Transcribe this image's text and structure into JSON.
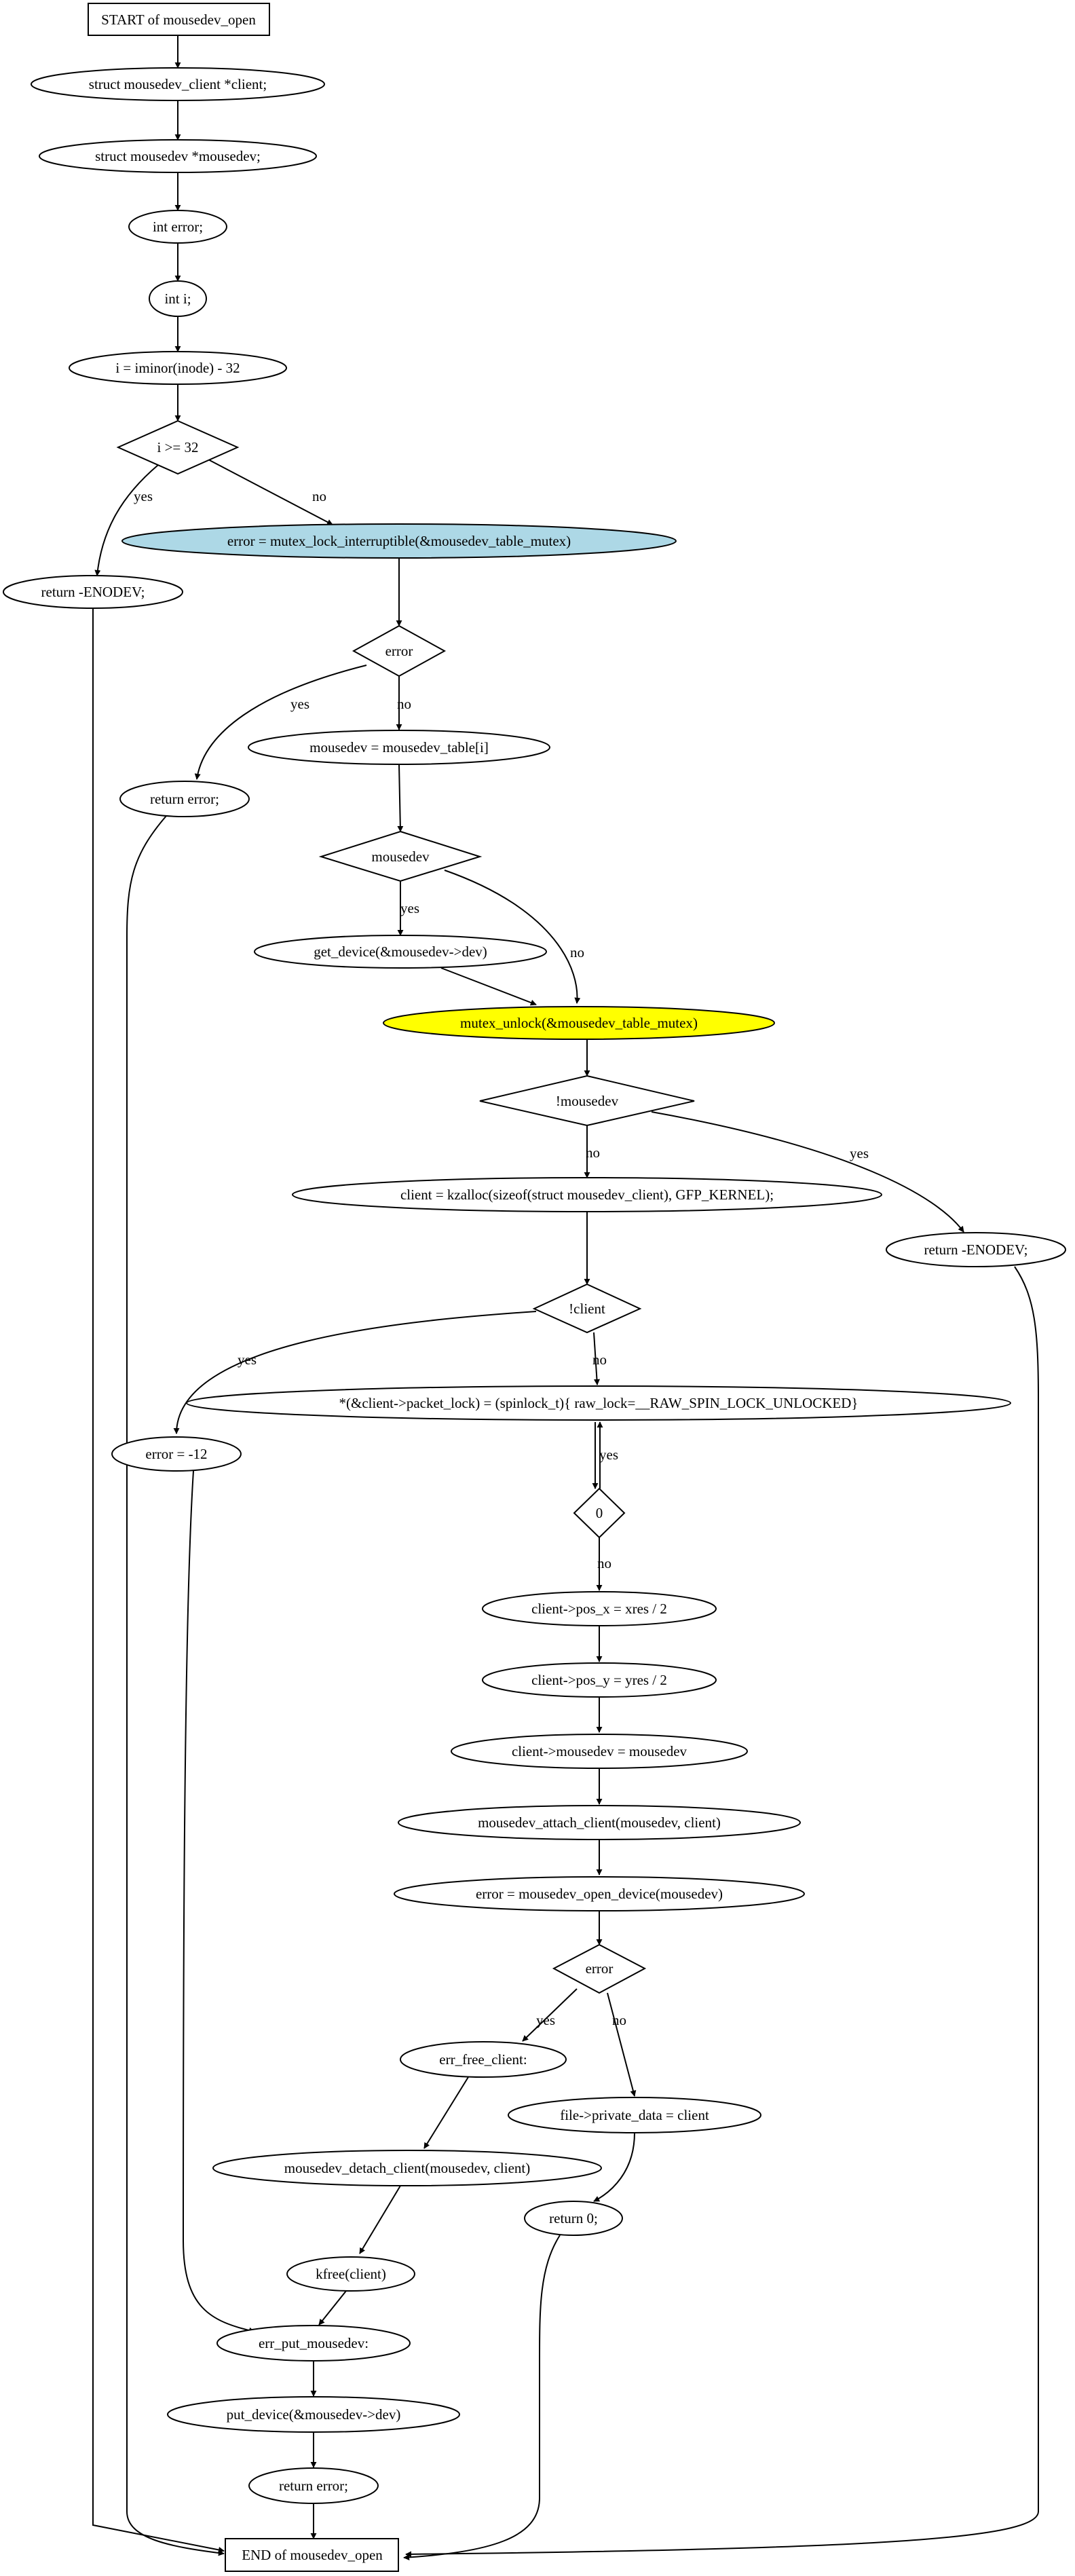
{
  "colors": {
    "highlight_blue": "#add8e6",
    "highlight_yellow": "#ffff00",
    "stroke": "#000000",
    "background": "#ffffff"
  },
  "nodes": {
    "start": "START of mousedev_open",
    "decl_client": "struct mousedev_client *client;",
    "decl_mousedev": "struct mousedev *mousedev;",
    "decl_error": "int error;",
    "decl_i": "int i;",
    "assign_i": "i = iminor(inode) - 32",
    "cond_i": "i >= 32",
    "ret_enodev_1": "return -ENODEV;",
    "lock": "error = mutex_lock_interruptible(&mousedev_table_mutex)",
    "cond_error_1": "error",
    "ret_error_1": "return error;",
    "assign_mousedev": "mousedev = mousedev_table[i]",
    "cond_mousedev": "mousedev",
    "get_device": "get_device(&mousedev->dev)",
    "unlock": "mutex_unlock(&mousedev_table_mutex)",
    "cond_not_mousedev": "!mousedev",
    "kzalloc": "client = kzalloc(sizeof(struct mousedev_client), GFP_KERNEL);",
    "ret_enodev_2": "return -ENODEV;",
    "cond_not_client": "!client",
    "spinlock": "*(&client->packet_lock) = (spinlock_t){ raw_lock=__RAW_SPIN_LOCK_UNLOCKED}",
    "error_neg12": "error = -12",
    "cond_zero": "0",
    "pos_x": "client->pos_x = xres / 2",
    "pos_y": "client->pos_y = yres / 2",
    "client_mousedev": "client->mousedev = mousedev",
    "attach": "mousedev_attach_client(mousedev, client)",
    "open_device": "error = mousedev_open_device(mousedev)",
    "cond_error_2": "error",
    "err_free_client": "err_free_client:",
    "private_data": "file->private_data = client",
    "detach": "mousedev_detach_client(mousedev, client)",
    "ret_zero": "return 0;",
    "kfree": "kfree(client)",
    "err_put": "err_put_mousedev:",
    "put_device": "put_device(&mousedev->dev)",
    "ret_error_2": "return error;",
    "end": "END of mousedev_open"
  },
  "edge_labels": {
    "yes": "yes",
    "no": "no"
  }
}
